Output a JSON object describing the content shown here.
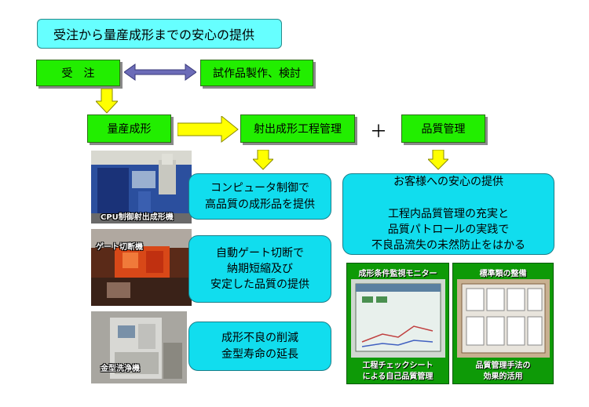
{
  "title": "受注から量産成形までの安心の提供",
  "flow": {
    "order": "受　注",
    "prototype": "試作品製作、検討",
    "mass_production": "量産成形",
    "injection_control": "射出成形工程管理",
    "plus": "＋",
    "quality_control": "品質管理"
  },
  "photos": {
    "cpu_machine": "CPU制御射出成形機",
    "gate_cutter": "ゲート切断機",
    "mold_cleaner": "金型洗浄機"
  },
  "benefits": {
    "cpu": "コンピュータ制御で\n高品質の成形品を提供",
    "gate": "自動ゲート切断で\n納期短縮及び\n安定した品質の提供",
    "cleaning": "成形不良の削減\n金型寿命の延長"
  },
  "customer_box": "お客様への安心の提供\n\n工程内品質管理の充実と\n品質パトロールの実践で\n不良品流失の未然防止をはかる",
  "monitors": {
    "condition_title": "成形条件監視モニター",
    "condition_caption": "工程チェックシート\nによる自己品質管理",
    "standards_title": "標準類の整備",
    "standards_caption": "品質管理手法の\n効果的活用"
  },
  "colors": {
    "green_box": "#22ee00",
    "cyan_box": "#11ddee",
    "title_box": "#66ffff",
    "arrow_yellow": "#ffff00",
    "double_arrow": "#6c6cb8"
  }
}
